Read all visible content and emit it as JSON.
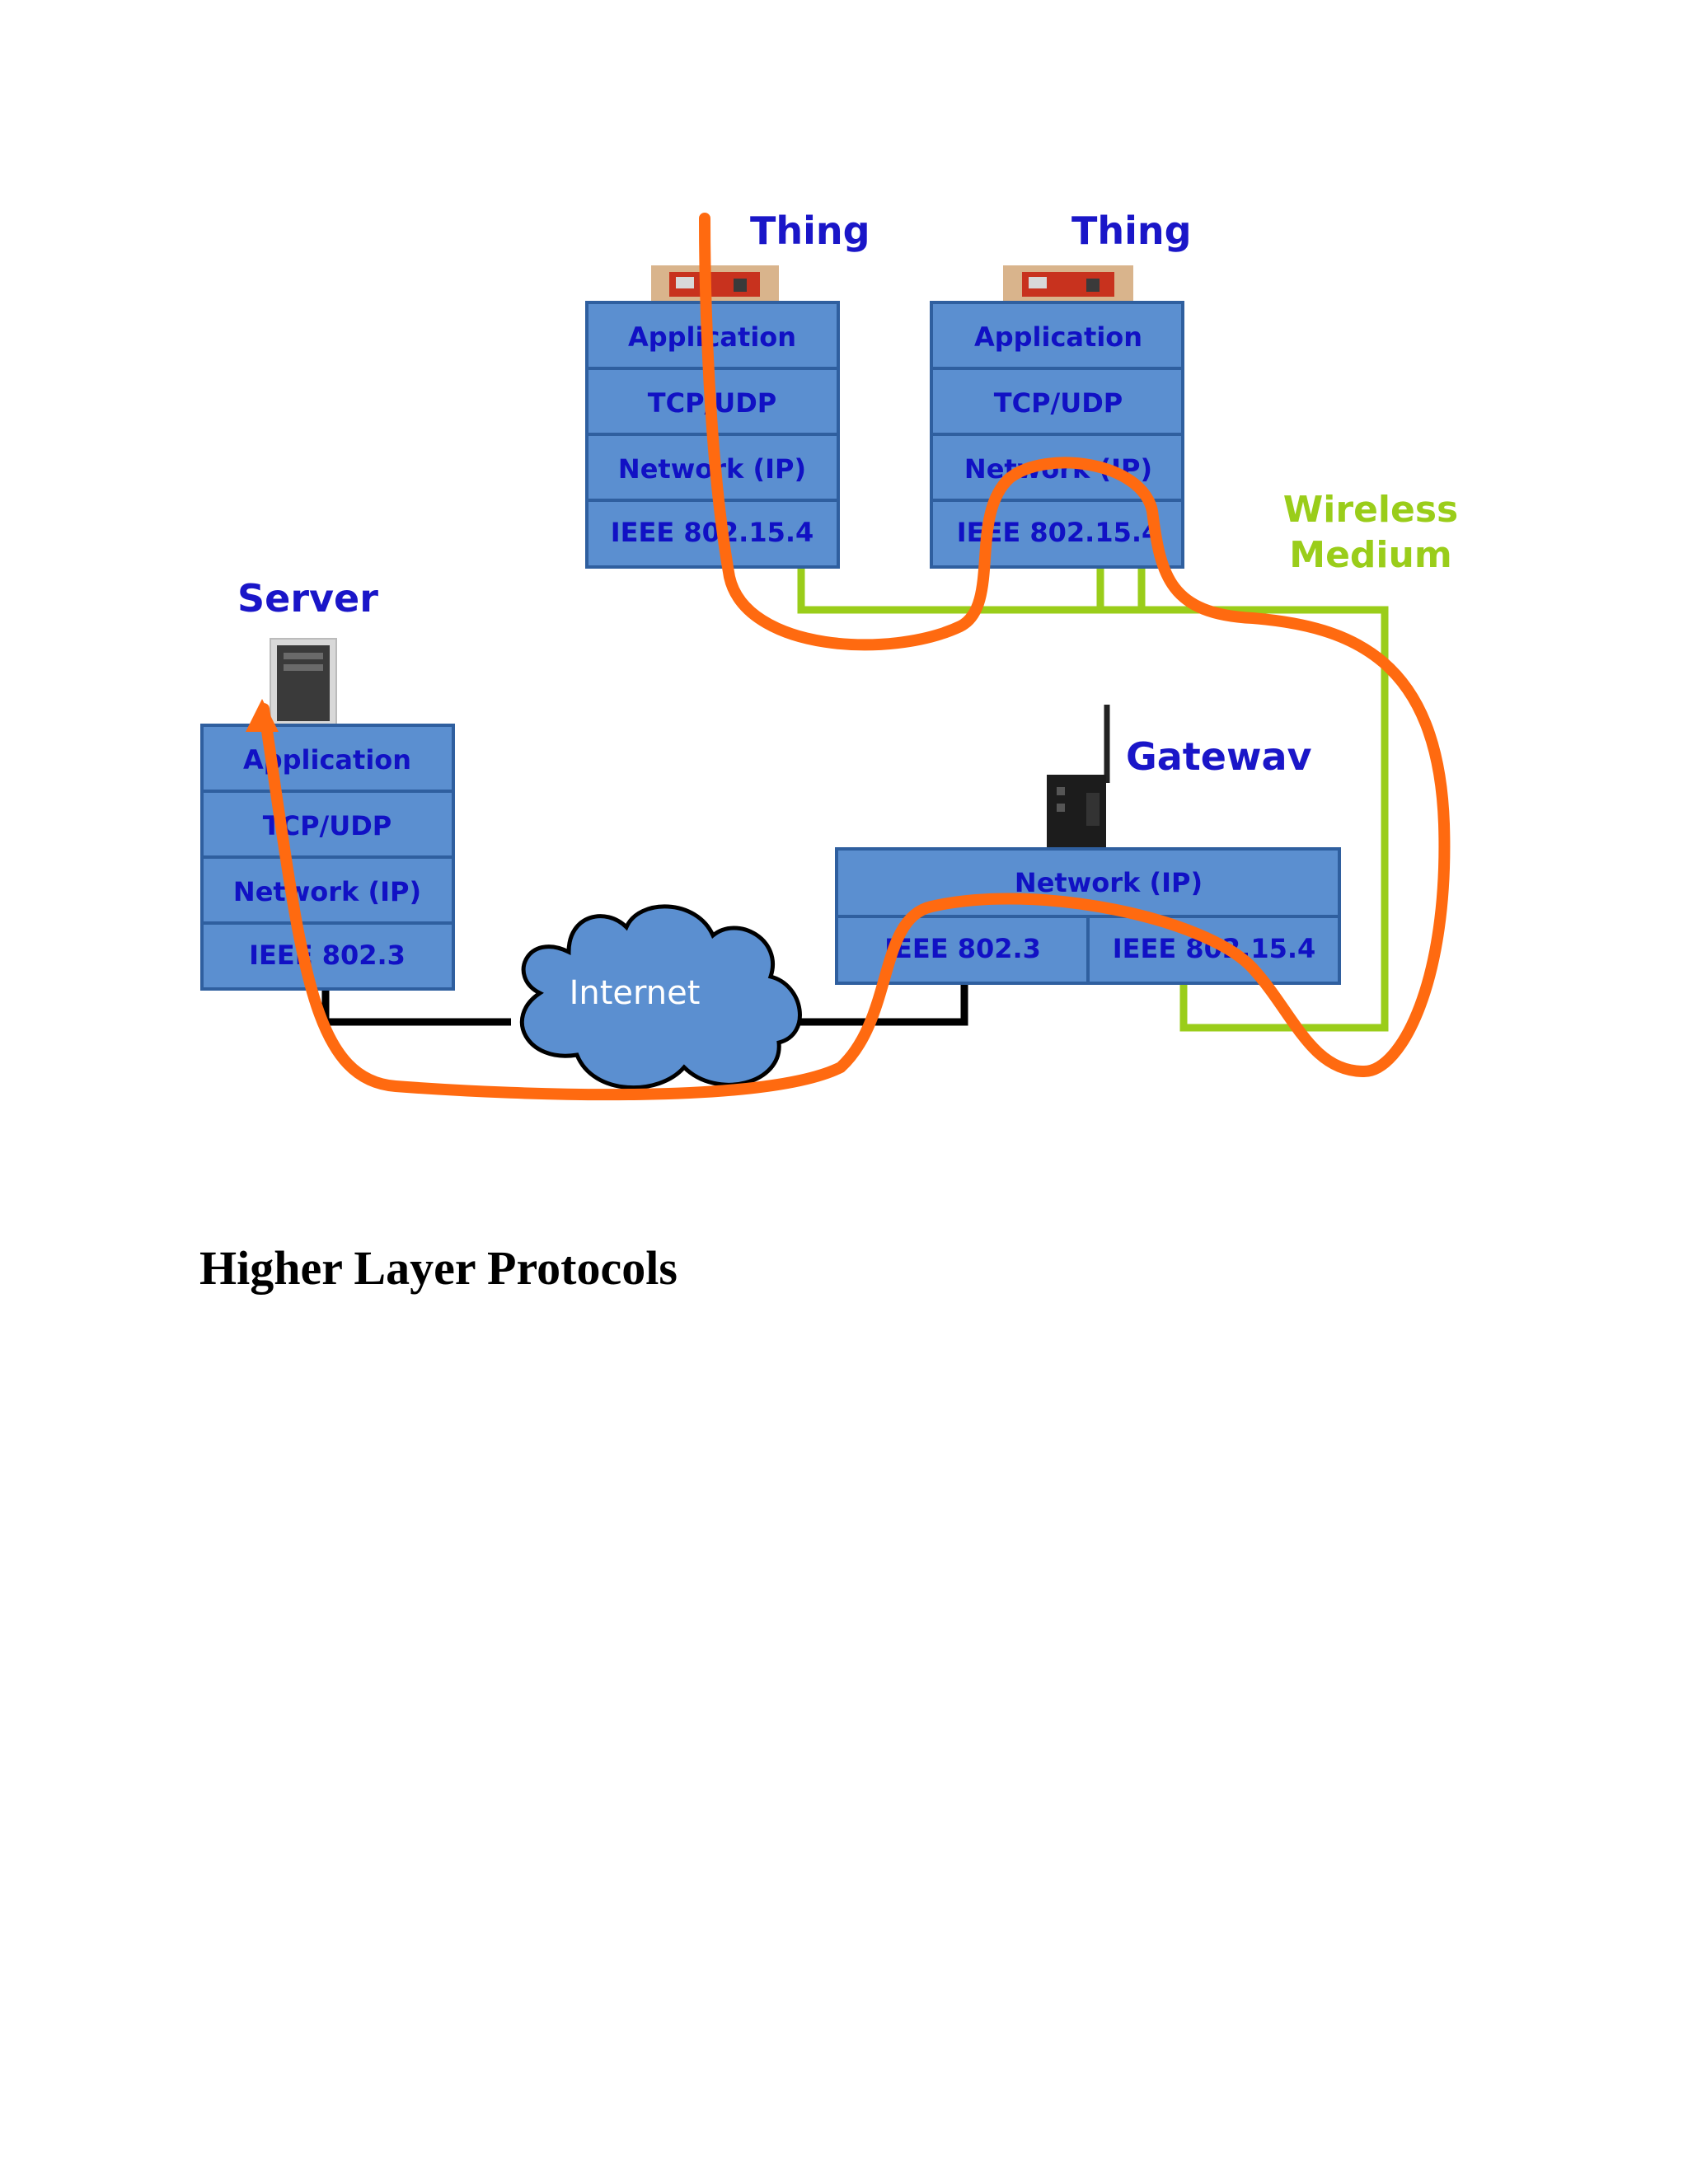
{
  "diagram": {
    "thing_left": {
      "title": "Thing",
      "layers": [
        "Application",
        "TCP/UDP",
        "Network (IP)",
        "IEEE 802.15.4"
      ]
    },
    "thing_right": {
      "title": "Thing",
      "layers": [
        "Application",
        "TCP/UDP",
        "Network (IP)",
        "IEEE 802.15.4"
      ]
    },
    "server": {
      "title": "Server",
      "layers": [
        "Application",
        "TCP/UDP",
        "Network (IP)",
        "IEEE 802.3"
      ]
    },
    "gateway": {
      "title": "Gatewav",
      "network_layer": "Network (IP)",
      "link_layers": [
        "IEEE 802.3",
        "IEEE 802.15.4"
      ]
    },
    "cloud_label": "Internet",
    "wireless_label": [
      "Wireless",
      "Medium"
    ],
    "colors": {
      "layer_fill": "#5b8fd0",
      "label_text": "#1111c4",
      "wireless_line": "#9acd1a",
      "wired_line": "#000000",
      "packet_path": "#ff6a10"
    }
  },
  "heading": "Higher Layer Protocols"
}
